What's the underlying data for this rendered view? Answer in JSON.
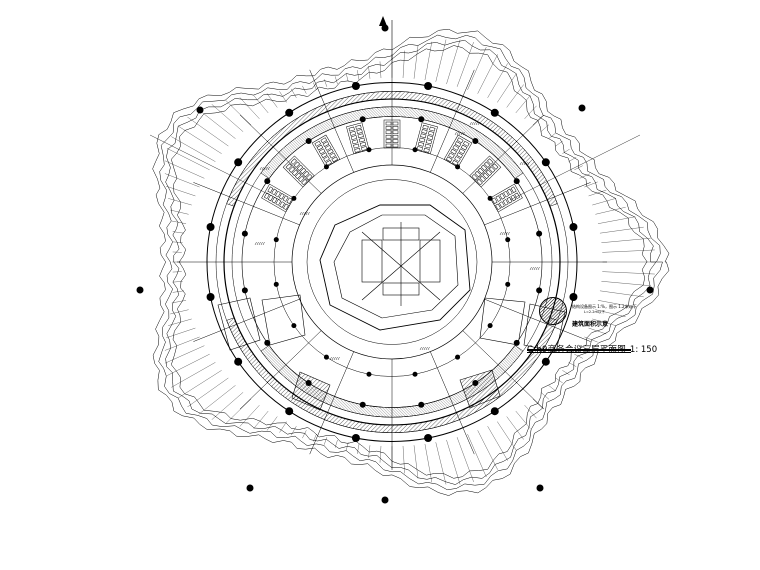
{
  "legend": {
    "note": "结构设备图示 1:%，图示 1.2米以下",
    "note_sub": "L=2.2m以下",
    "label": "建筑面积示意"
  },
  "title": {
    "text": "C-h9商务会议三层平面图",
    "scale": "1: 150"
  },
  "colors": {
    "line": "#000000",
    "background": "#ffffff"
  },
  "icons": {
    "legend_swatch": "hatched-circle-icon",
    "north_marker": "triangle-marker-icon"
  }
}
